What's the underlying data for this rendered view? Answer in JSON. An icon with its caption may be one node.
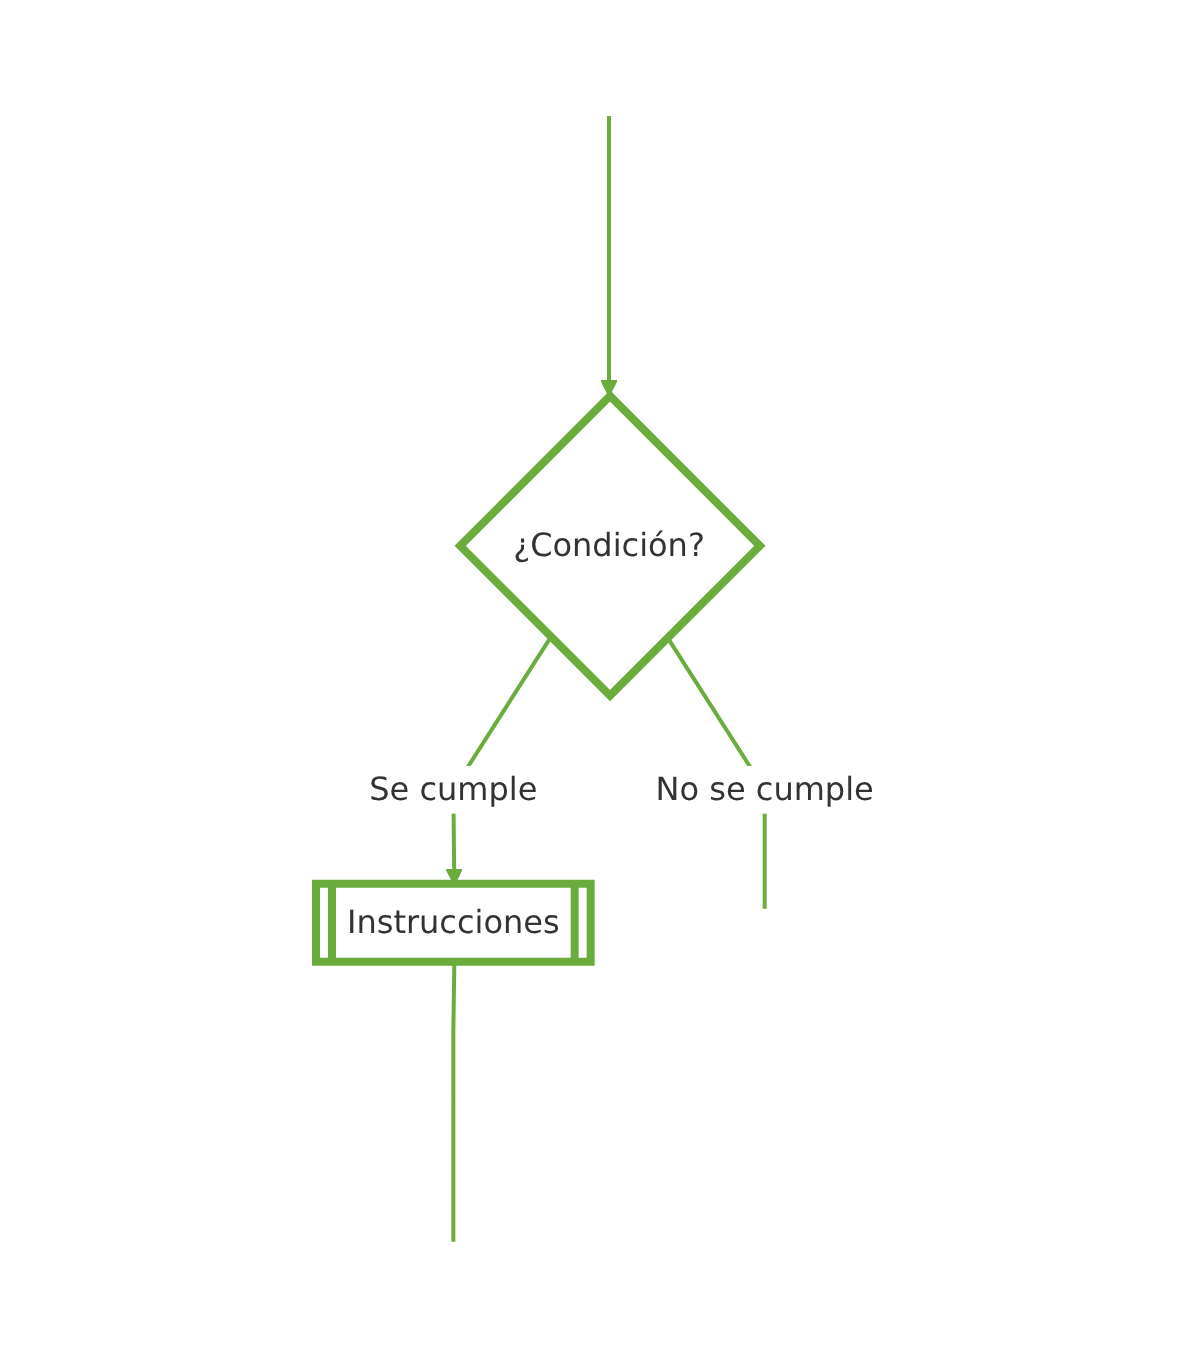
{
  "diagram": {
    "nodes": [
      {
        "text": [
          "¿Condición?"
        ]
      },
      {
        "text": [
          "Instrucciones"
        ]
      }
    ],
    "edges": [
      {
        "from": null,
        "to": 0,
        "arrow": "to"
      },
      {
        "from": 0,
        "to": 1,
        "label": "Se cumple",
        "arrow": "to"
      },
      {
        "from": 0,
        "to": null,
        "label": "No se cumple",
        "arrow": "none"
      },
      {
        "from": 1,
        "to": null,
        "arrow": "none"
      }
    ]
  }
}
